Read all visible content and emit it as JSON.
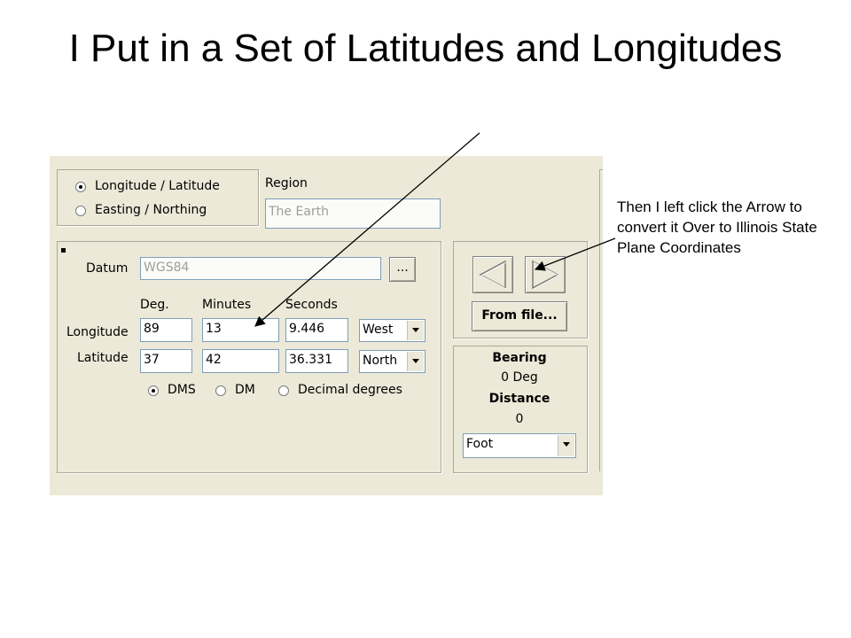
{
  "slide": {
    "title": "I Put in a Set of Latitudes and Longitudes",
    "annotation": "Then I left click the Arrow to convert it Over to Illinois State Plane Coordinates"
  },
  "coord_mode": {
    "options": [
      "Longitude / Latitude",
      "Easting / Northing"
    ],
    "selected": "Longitude / Latitude"
  },
  "region": {
    "label": "Region",
    "value": "The Earth"
  },
  "datum": {
    "label": "Datum",
    "value": "WGS84",
    "browse_label": "..."
  },
  "columns": {
    "deg": "Deg.",
    "minutes": "Minutes",
    "seconds": "Seconds"
  },
  "longitude": {
    "label": "Longitude",
    "deg": "89",
    "minutes": "13",
    "seconds": "9.446",
    "hemisphere": "West"
  },
  "latitude": {
    "label": "Latitude",
    "deg": "37",
    "minutes": "42",
    "seconds": "36.331",
    "hemisphere": "North"
  },
  "format": {
    "options": [
      "DMS",
      "DM",
      "Decimal degrees"
    ],
    "selected": "DMS"
  },
  "buttons": {
    "from_file": "From file..."
  },
  "bearing": {
    "label": "Bearing",
    "value": "0 Deg"
  },
  "distance": {
    "label": "Distance",
    "value": "0",
    "unit": "Foot"
  }
}
